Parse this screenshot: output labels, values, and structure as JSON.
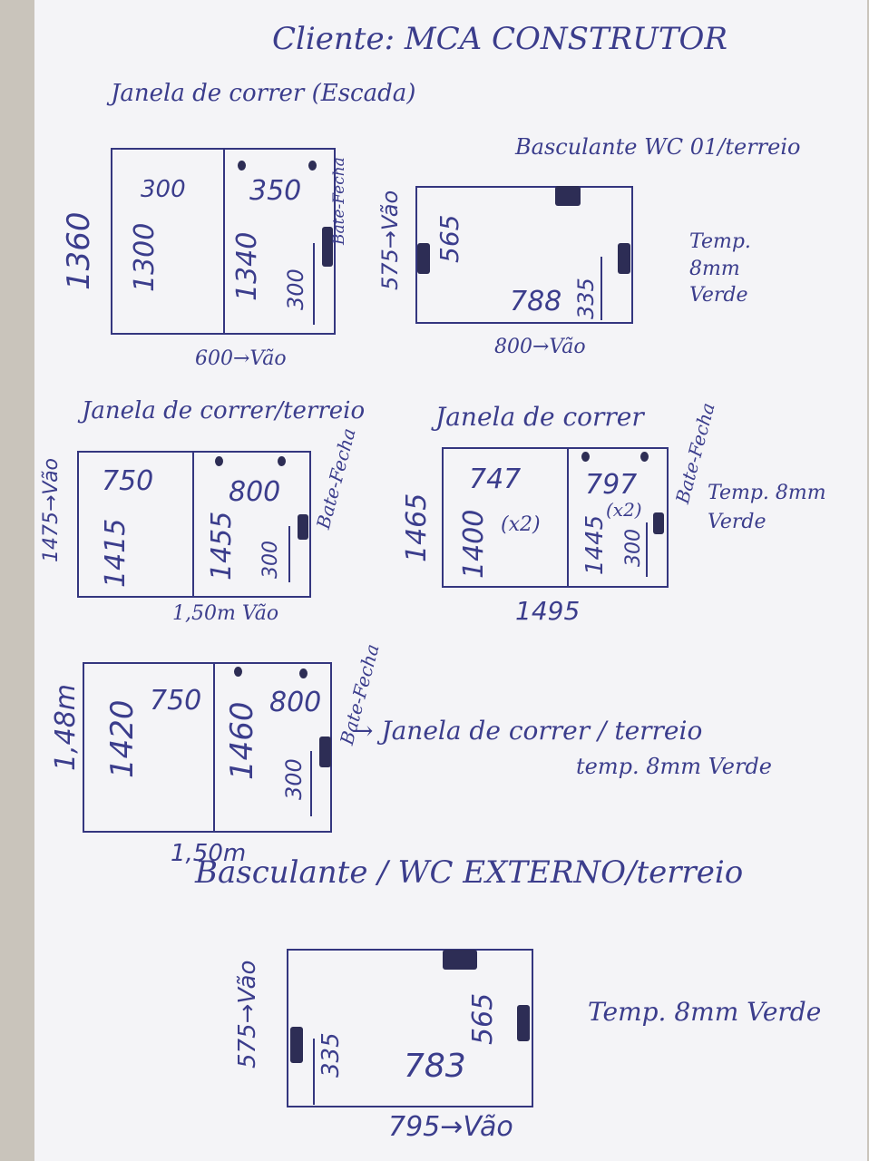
{
  "header": {
    "client": "Cliente: MCA CONSTRUTOR"
  },
  "w1": {
    "title": "Janela de correr (Escada)",
    "height": "1360",
    "left_w": "300",
    "right_w": "350",
    "left_h": "1300",
    "right_h": "1340",
    "lock_h": "300",
    "note": "Bate-Fecha",
    "width": "600→Vão"
  },
  "w2": {
    "title": "Basculante WC 01/terreio",
    "height": "575→Vão",
    "inner_h": "565",
    "lock_h": "335",
    "inner_w": "788",
    "width": "800→Vão",
    "glass": "Temp. 8mm Verde"
  },
  "w3": {
    "title": "Janela de correr/terreio",
    "height": "1475→Vão",
    "left_w": "750",
    "right_w": "800",
    "left_h": "1415",
    "right_h": "1455",
    "lock_h": "300",
    "note": "Bate-Fecha",
    "width": "1,50m Vão"
  },
  "w4": {
    "title": "Janela de correr",
    "height": "1465",
    "left_w": "747",
    "right_w": "797",
    "left_h": "1400",
    "left_qty": "(x2)",
    "right_h": "1445",
    "right_qty": "(x2)",
    "lock_h": "300",
    "note": "Bate-Fecha",
    "glass": "Temp. 8mm Verde",
    "width": "1495"
  },
  "w5": {
    "height": "1,48m",
    "left_h": "1420",
    "left_w": "750",
    "right_h": "1460",
    "right_w": "800",
    "lock_h": "300",
    "note": "Bate-Fecha",
    "arrow_label": "→ Janela de correr / terreio",
    "glass": "temp. 8mm Verde",
    "width": "1,50m"
  },
  "w6": {
    "title": "Basculante / WC EXTERNO/terreio",
    "height": "575→Vão",
    "lock_h": "335",
    "inner_h": "565",
    "inner_w": "783",
    "width": "795→Vão",
    "glass": "Temp. 8mm Verde"
  }
}
